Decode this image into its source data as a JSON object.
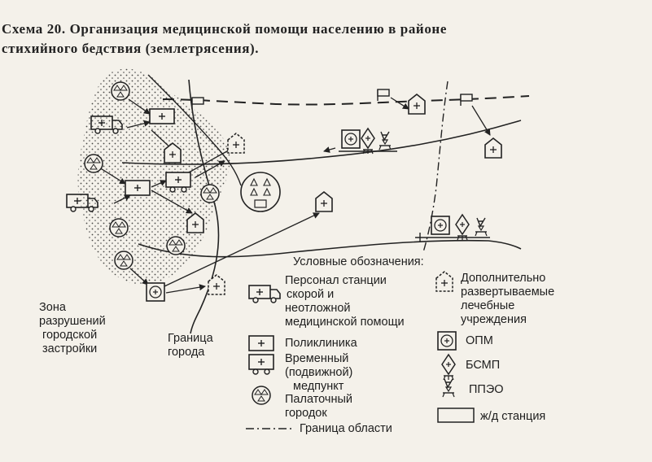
{
  "title": {
    "line1": "Схема 20. Организация медицинской помощи населению в районе",
    "line2": "стихийного бедствия (землетрясения)."
  },
  "map_labels": {
    "zone": [
      "Зона",
      "разрушений",
      "городской",
      "застройки"
    ],
    "city_border": [
      "Граница",
      "города"
    ]
  },
  "legend": {
    "heading": "Условные обозначения:",
    "ambulance": [
      "Персонал станции",
      "скорой и",
      "неотложной",
      "медицинской помощи"
    ],
    "extra_facilities": [
      "Дополнительно",
      "развертываемые",
      "лечебные",
      "учреждения"
    ],
    "polyclinic": "Поликлиника",
    "temp_point": [
      "Временный",
      "(подвижной)",
      "медпункт"
    ],
    "opm": "ОПМ",
    "bsmp": "БСМП",
    "tent_camp": [
      "Палаточный",
      "городок"
    ],
    "ppeo": "ППЭО",
    "region_border": "Граница области",
    "rail_station": "ж/д станция"
  },
  "colors": {
    "ink": "#222222",
    "paper": "#f4f1ea"
  }
}
